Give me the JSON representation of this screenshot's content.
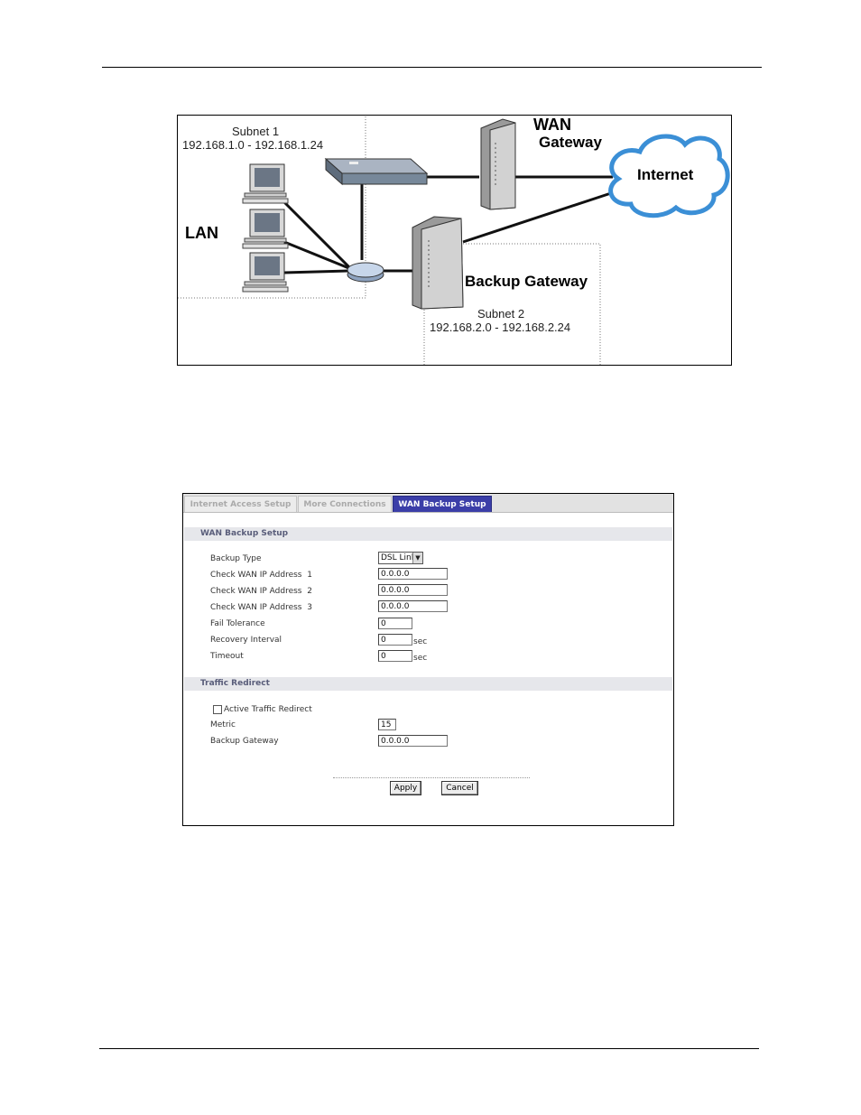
{
  "diagram": {
    "subnet1_title": "Subnet 1",
    "subnet1_range": "192.168.1.0 - 192.168.1.24",
    "lan_label": "LAN",
    "wan_label": "WAN",
    "gateway_label": "Gateway",
    "internet_label": "Internet",
    "backup_gateway_label": "Backup Gateway",
    "subnet2_title": "Subnet 2",
    "subnet2_range": "192.168.2.0 - 192.168.2.24"
  },
  "ui": {
    "tabs": [
      {
        "label": "Internet Access Setup",
        "active": false
      },
      {
        "label": "More Connections",
        "active": false
      },
      {
        "label": "WAN Backup Setup",
        "active": true
      }
    ],
    "wan_section": {
      "title": "WAN Backup Setup",
      "backup_type_label": "Backup Type",
      "backup_type_value": "DSL Link",
      "check1_label": "Check WAN IP Address  1",
      "check1_value": "0.0.0.0",
      "check2_label": "Check WAN IP Address  2",
      "check2_value": "0.0.0.0",
      "check3_label": "Check WAN IP Address  3",
      "check3_value": "0.0.0.0",
      "fail_tolerance_label": "Fail Tolerance",
      "fail_tolerance_value": "0",
      "recovery_interval_label": "Recovery Interval",
      "recovery_interval_value": "0",
      "timeout_label": "Timeout",
      "timeout_value": "0",
      "unit_sec": "sec"
    },
    "traffic_section": {
      "title": "Traffic Redirect",
      "active_label": "Active Traffic Redirect",
      "active_checked": false,
      "metric_label": "Metric",
      "metric_value": "15",
      "backup_gateway_label": "Backup Gateway",
      "backup_gateway_value": "0.0.0.0"
    },
    "buttons": {
      "apply": "Apply",
      "cancel": "Cancel"
    }
  }
}
